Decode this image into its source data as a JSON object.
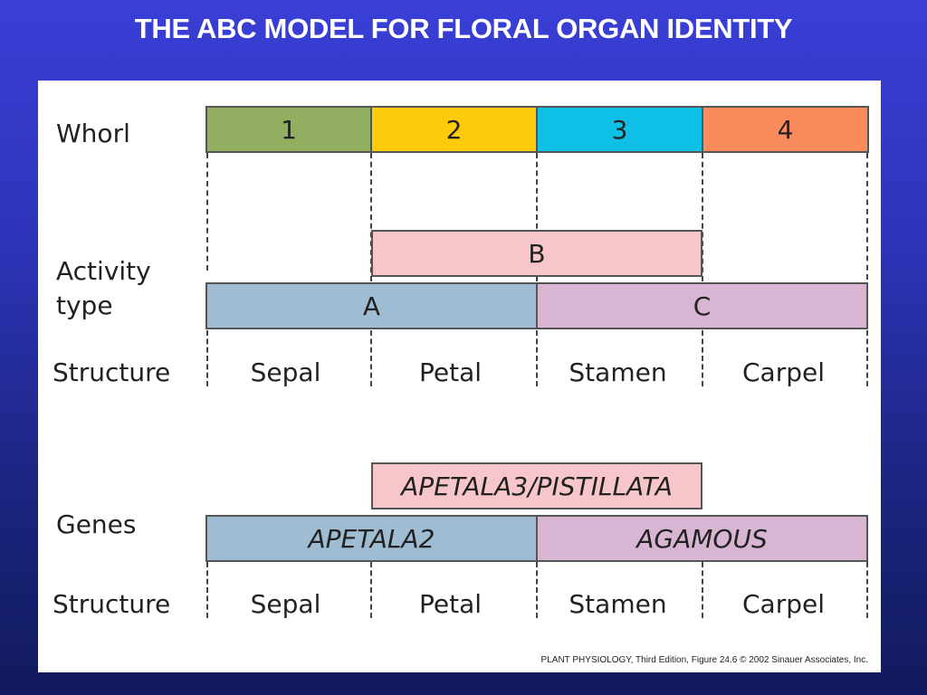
{
  "title": "THE ABC MODEL FOR FLORAL ORGAN IDENTITY",
  "labels": {
    "whorl": "Whorl",
    "activity": "Activity type",
    "structure": "Structure",
    "genes": "Genes"
  },
  "whorls": [
    {
      "label": "1",
      "color": "#92ae60"
    },
    {
      "label": "2",
      "color": "#fecb0a"
    },
    {
      "label": "3",
      "color": "#0fc0e6"
    },
    {
      "label": "4",
      "color": "#f98b5c"
    }
  ],
  "activities": {
    "a": {
      "label": "A",
      "color": "#9fbdd2"
    },
    "b": {
      "label": "B",
      "color": "#f7c6ca"
    },
    "c": {
      "label": "C",
      "color": "#d8b6d3"
    }
  },
  "genes": {
    "a": "APETALA2",
    "b": "APETALA3/PISTILLATA",
    "c": "AGAMOUS"
  },
  "structures": [
    "Sepal",
    "Petal",
    "Stamen",
    "Carpel"
  ],
  "credit": "PLANT PHYSIOLOGY, Third Edition, Figure 24.6  © 2002 Sinauer Associates, Inc."
}
